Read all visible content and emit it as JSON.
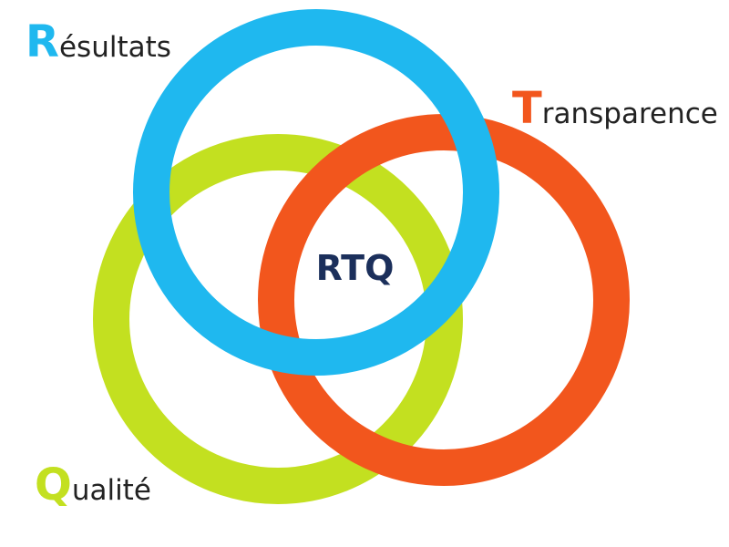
{
  "center": {
    "text": "RTQ",
    "color": "#1b2f5b"
  },
  "rings": {
    "resultats": {
      "initial": "R",
      "rest": "ésultats",
      "color": "#1fb8ef"
    },
    "transparence": {
      "initial": "T",
      "rest": "ransparence",
      "color": "#f2561d"
    },
    "qualite": {
      "initial": "Q",
      "rest": "ualité",
      "color": "#c3e020"
    }
  }
}
